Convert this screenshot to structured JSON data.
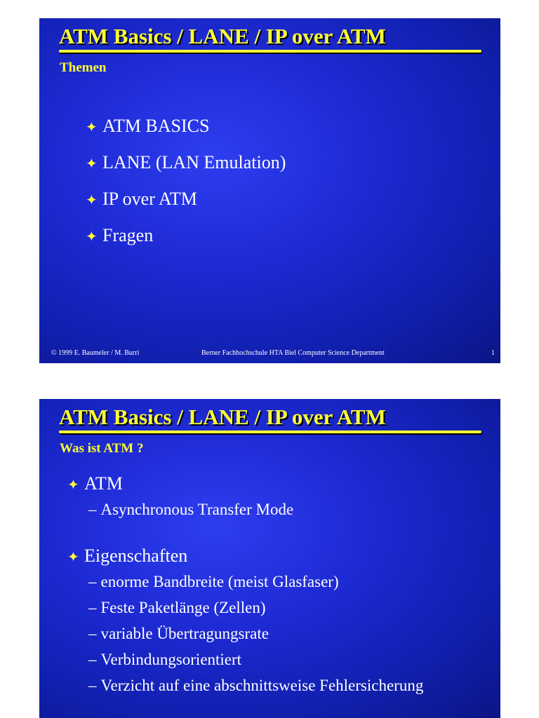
{
  "slides": [
    {
      "title": "ATM Basics / LANE / IP over ATM",
      "subtitle": "Themen",
      "bullets": [
        "ATM BASICS",
        "LANE (LAN Emulation)",
        "IP over ATM",
        "Fragen"
      ],
      "footer": {
        "left": "© 1999  E. Baumeler / M. Burri",
        "center": "Berner Fachhochschule HTA Biel  Computer Science Department",
        "page": "1"
      }
    },
    {
      "title": "ATM Basics / LANE / IP over ATM",
      "subtitle": "Was ist ATM ?",
      "groups": [
        {
          "label": "ATM",
          "items": [
            "Asynchronous Transfer Mode"
          ]
        },
        {
          "label": "Eigenschaften",
          "items": [
            "enorme Bandbreite (meist Glasfaser)",
            "Feste Paketlänge (Zellen)",
            "variable Übertragungsrate",
            "Verbindungsorientiert",
            "Verzicht auf eine abschnittsweise Fehlersicherung"
          ]
        }
      ]
    }
  ],
  "glyphs": {
    "bullet": "✦",
    "dash": "–"
  },
  "colors": {
    "background": "#1f2bd6",
    "title": "#ffff33",
    "text": "#ffffff"
  }
}
